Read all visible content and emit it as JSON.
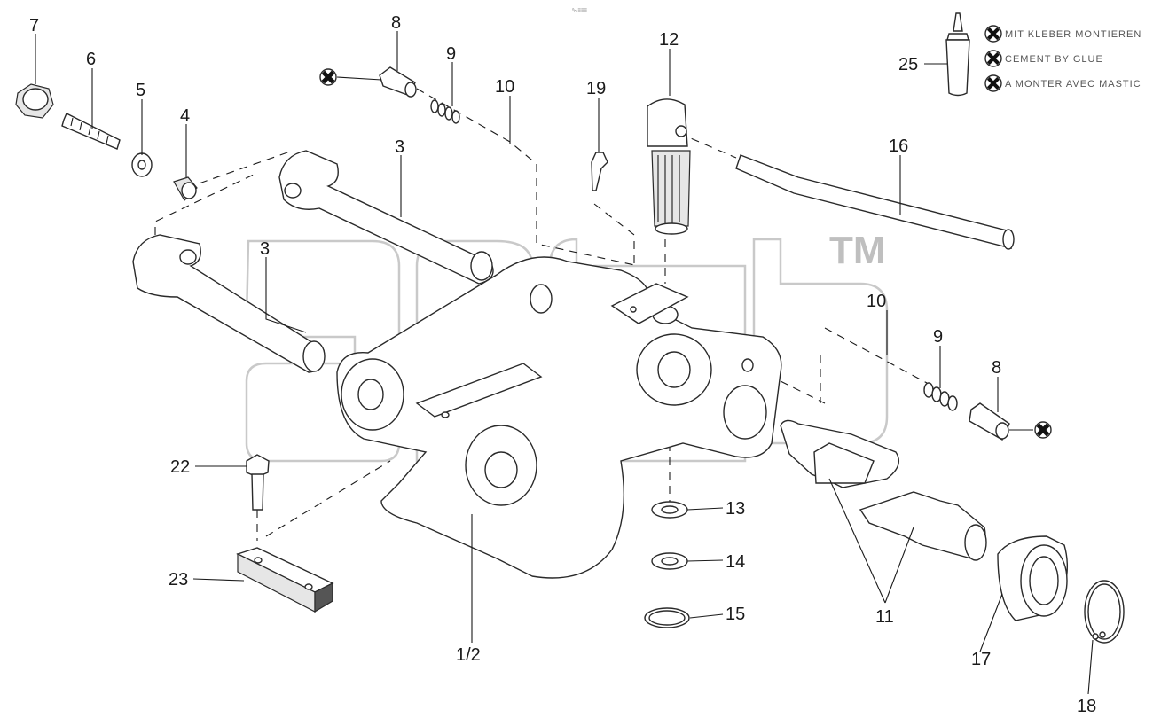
{
  "callouts": {
    "c1_2": "1/2",
    "c3a": "3",
    "c3b": "3",
    "c4": "4",
    "c5": "5",
    "c6": "6",
    "c7": "7",
    "c8a": "8",
    "c8b": "8",
    "c9a": "9",
    "c9b": "9",
    "c10a": "10",
    "c10b": "10",
    "c11": "11",
    "c12": "12",
    "c13": "13",
    "c14": "14",
    "c15": "15",
    "c16": "16",
    "c17": "17",
    "c18": "18",
    "c19": "19",
    "c22": "22",
    "c23": "23",
    "c25": "25"
  },
  "legend": {
    "line_de": "MIT KLEBER MONTIEREN",
    "line_en": "CEMENT BY GLUE",
    "line_fr": "A MONTER AVEC MASTIC"
  },
  "header_mark": "ᵒₕ ≡≡≡",
  "watermark": {
    "tm": "TM"
  }
}
